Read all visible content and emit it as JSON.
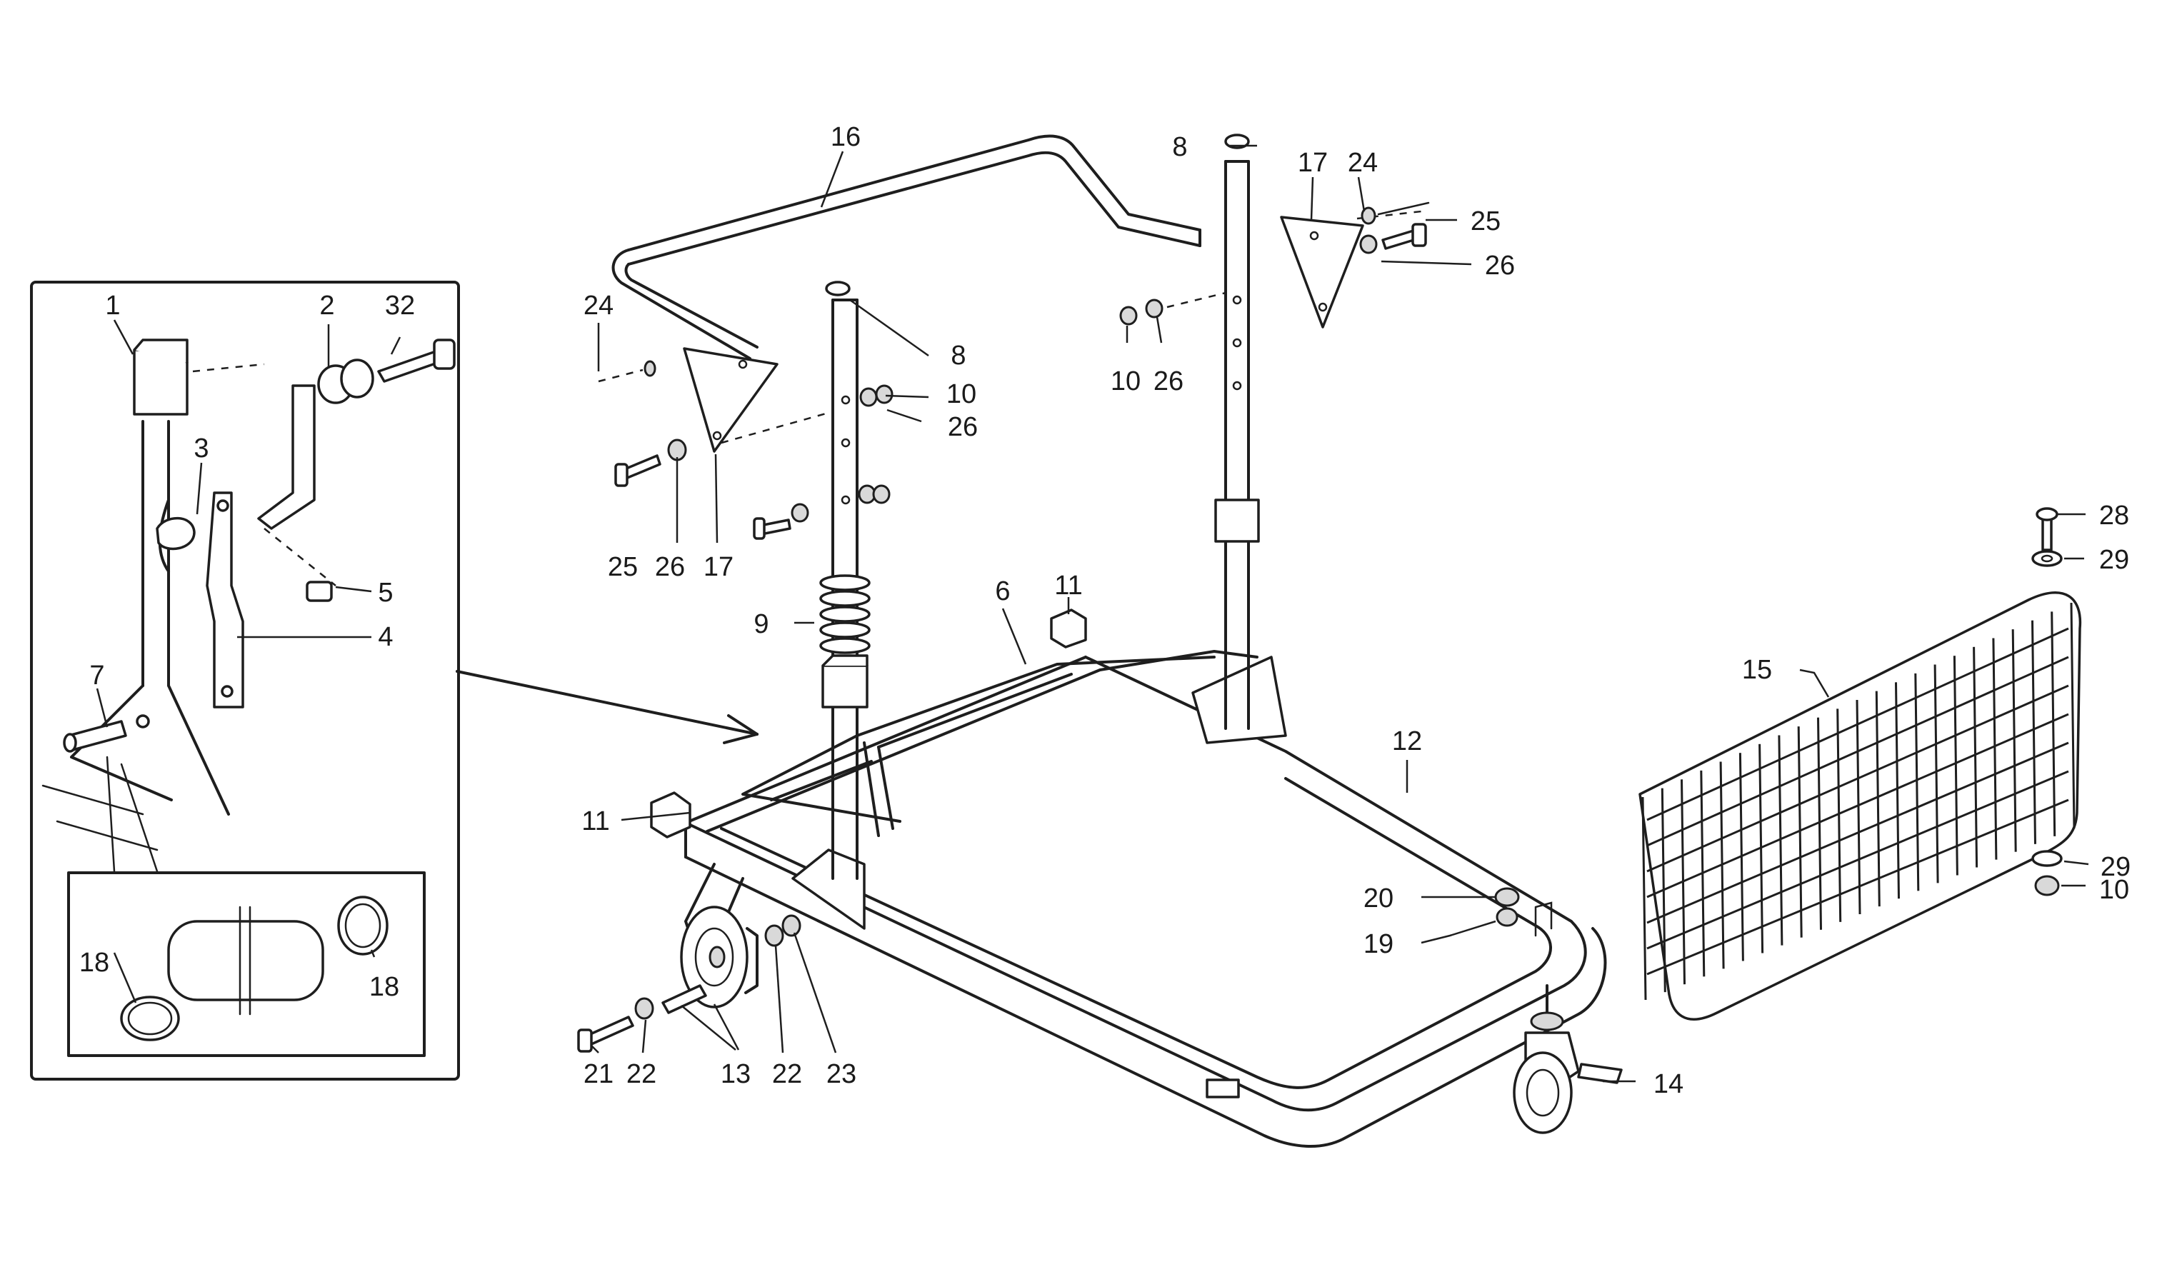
{
  "callouts": {
    "c1": "1",
    "c2": "2",
    "c32": "32",
    "c3": "3",
    "c5": "5",
    "c4": "4",
    "c7": "7",
    "c18a": "18",
    "c18b": "18",
    "c16": "16",
    "c8a": "8",
    "c8b": "8",
    "c17a": "17",
    "c17b": "17",
    "c24a": "24",
    "c24b": "24",
    "c25a": "25",
    "c25b": "25",
    "c26a": "26",
    "c26b": "26",
    "c26c": "26",
    "c26d": "26",
    "c10a": "10",
    "c10b": "10",
    "c10c": "10",
    "c9": "9",
    "c6": "6",
    "c11a": "11",
    "c11b": "11",
    "c12": "12",
    "c20": "20",
    "c19": "19",
    "c21": "21",
    "c22a": "22",
    "c22b": "22",
    "c13": "13",
    "c23": "23",
    "c14": "14",
    "c15": "15",
    "c28": "28",
    "c29a": "29",
    "c29b": "29"
  }
}
